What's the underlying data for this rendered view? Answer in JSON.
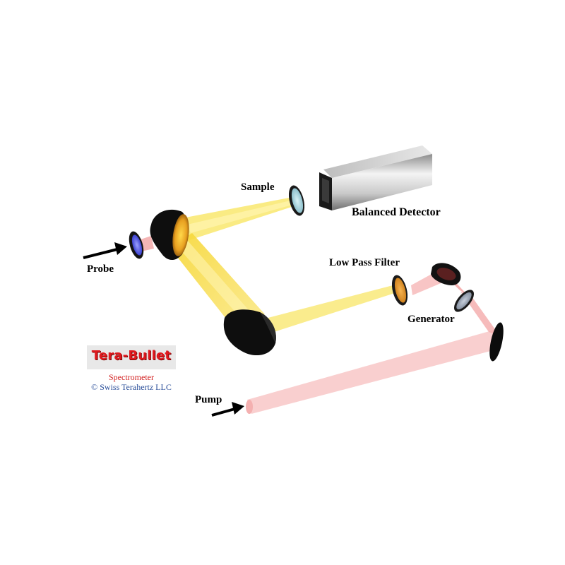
{
  "labels": {
    "sample": "Sample",
    "balanced_detector": "Balanced Detector",
    "probe": "Probe",
    "low_pass_filter": "Low Pass Filter",
    "generator": "Generator",
    "pump": "Pump"
  },
  "logo": {
    "title": "Tera-Bullet",
    "subtitle": "Spectrometer",
    "copyright": "© Swiss Terahertz LLC"
  },
  "colors": {
    "thz_beam": "#f7e04a",
    "pump_beam": "#f4a8a8",
    "mirror": "#101010",
    "logo_red": "#e0191e",
    "copyright_blue": "#2b4f9a"
  }
}
